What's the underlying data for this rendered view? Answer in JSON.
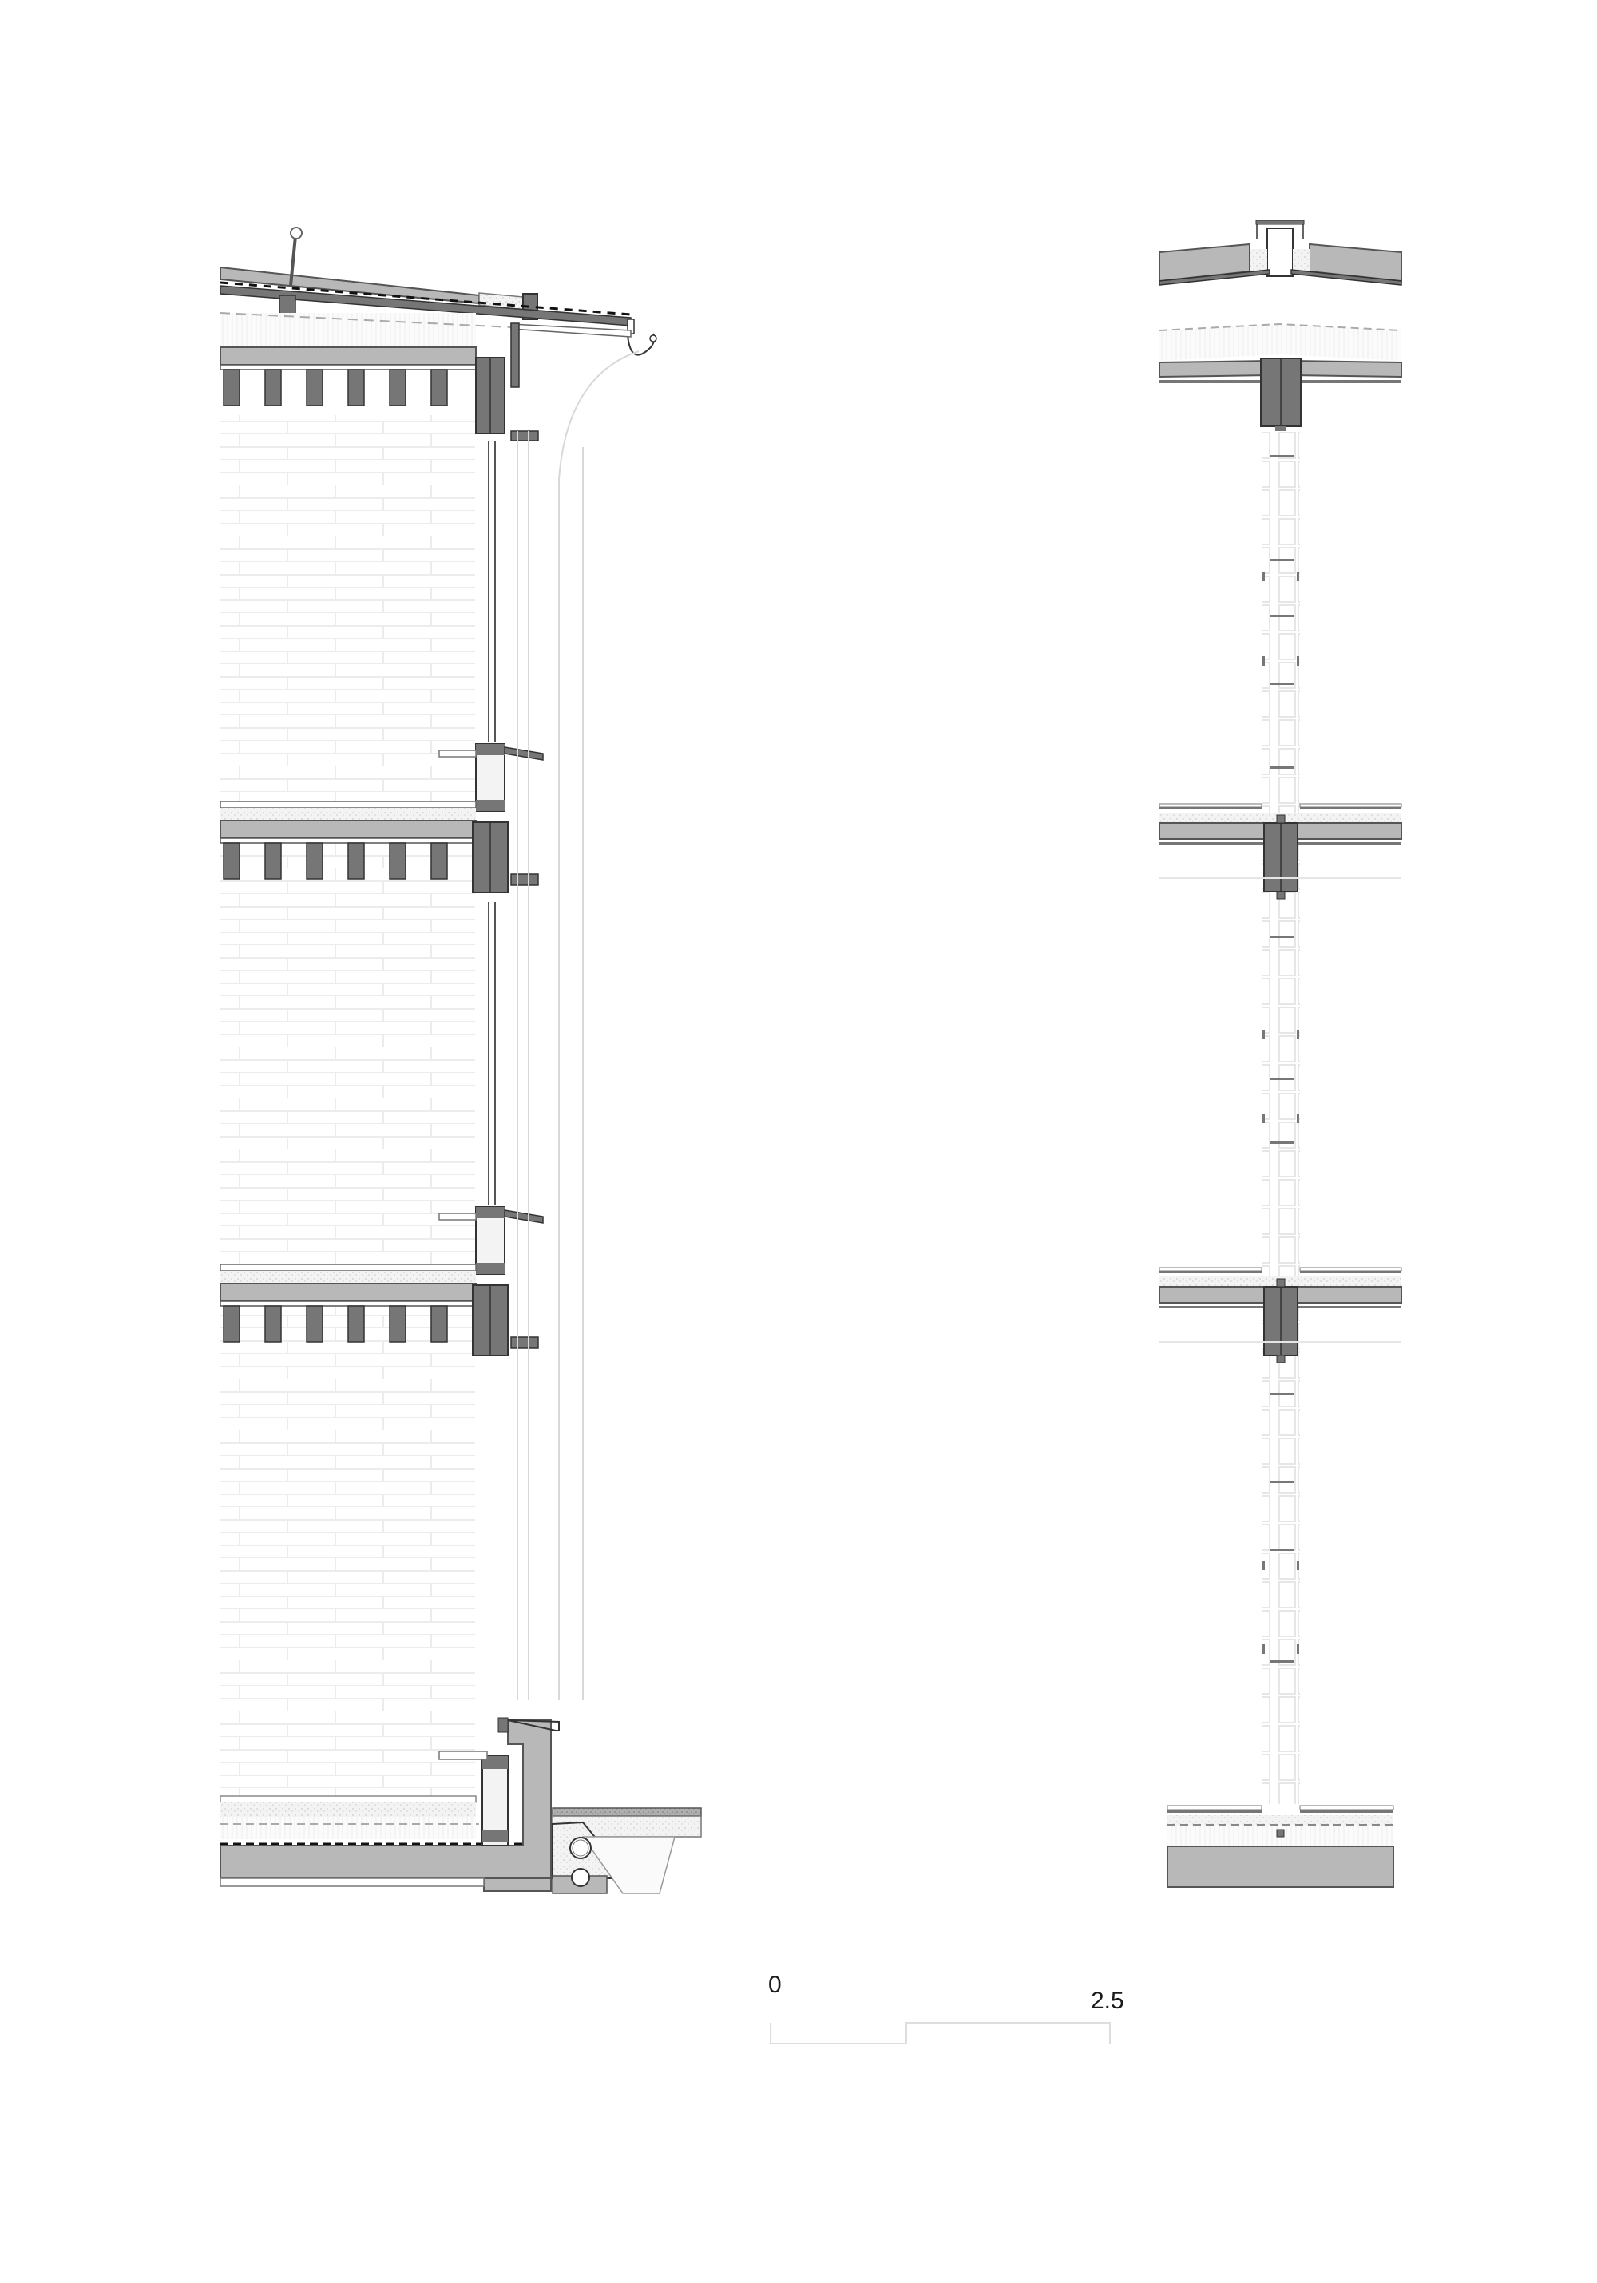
{
  "drawing": {
    "type": "architectural wall section detail",
    "views": [
      {
        "name": "longitudinal-section",
        "description": "Facade wall section with green roof, timber joist floors, windows, and ground-floor plinth with drainage pipes"
      },
      {
        "name": "cross-section",
        "description": "Transverse section through ridge, timber floor beams, stud wall, and ground slab"
      }
    ],
    "floors": 3,
    "colors": {
      "structure_dark": "#767676",
      "concrete_mid": "#b8b8b8",
      "light_hatch": "#efefef",
      "line": "#333333",
      "faint_line": "#dcdcdc",
      "background": "#ffffff"
    }
  },
  "scale_bar": {
    "start_label": "0",
    "end_label": "2.5"
  }
}
